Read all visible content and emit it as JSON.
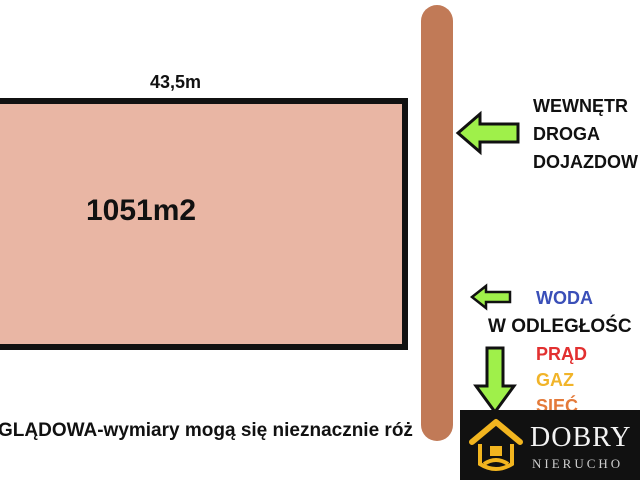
{
  "plot": {
    "width_label": "43,5m",
    "area_label": "1051m2"
  },
  "road": {
    "line1": "WEWNĘTR",
    "line2": "DROGA",
    "line3": "DOJAZDOW"
  },
  "utilities": {
    "water": "WODA",
    "distance": "W ODLEGŁOŚC",
    "power": "PRĄD",
    "gas": "GAZ",
    "network": "SIEĆ"
  },
  "note": "GLĄDOWA-wymiary mogą się nieznacznie róż",
  "logo": {
    "brand": "DOBRY",
    "sub": "NIERUCHO"
  },
  "colors": {
    "plot_fill": "#e9b6a4",
    "road": "#c17a57",
    "arrow_fill": "#9ff04a",
    "water_text": "#3a4fb8",
    "power_text": "#e23030",
    "gas_text": "#f1b429",
    "network_text": "#e47a3a",
    "logo_gold": "#f2b51f"
  }
}
